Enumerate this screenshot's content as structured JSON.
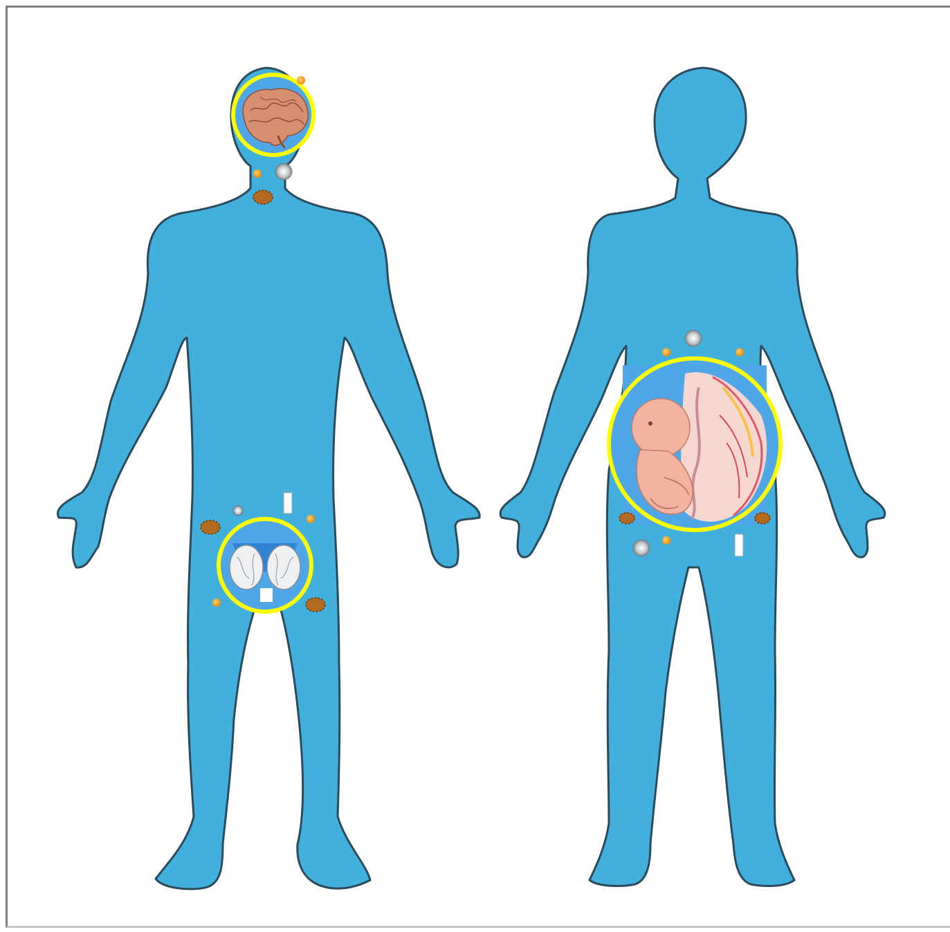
{
  "figure": {
    "colors": {
      "body_fill": "#41b0dc",
      "body_outline": "#2c4a5c",
      "highlight_ring": "#ffff00",
      "inset_background": "#4fa6e8",
      "hormone_dot": "#f7a21b",
      "brown_molecule": "#b26a1f",
      "grey_molecule": "#bfc4c8",
      "skin_tone": "#f2b4a0",
      "brain_tone": "#d88f6f",
      "page_background": "#ffffff"
    },
    "figures": [
      {
        "name": "male-body",
        "highlights": [
          {
            "name": "brain",
            "icon": "brain-icon"
          },
          {
            "name": "testes",
            "icon": "testes-icon"
          }
        ]
      },
      {
        "name": "female-body",
        "highlights": [
          {
            "name": "uterus-with-fetus",
            "icon": "fetus-icon"
          }
        ]
      }
    ],
    "marker_icons": [
      "hormone-dot-icon",
      "brown-molecule-icon",
      "grey-molecule-icon",
      "white-bar-icon"
    ]
  }
}
